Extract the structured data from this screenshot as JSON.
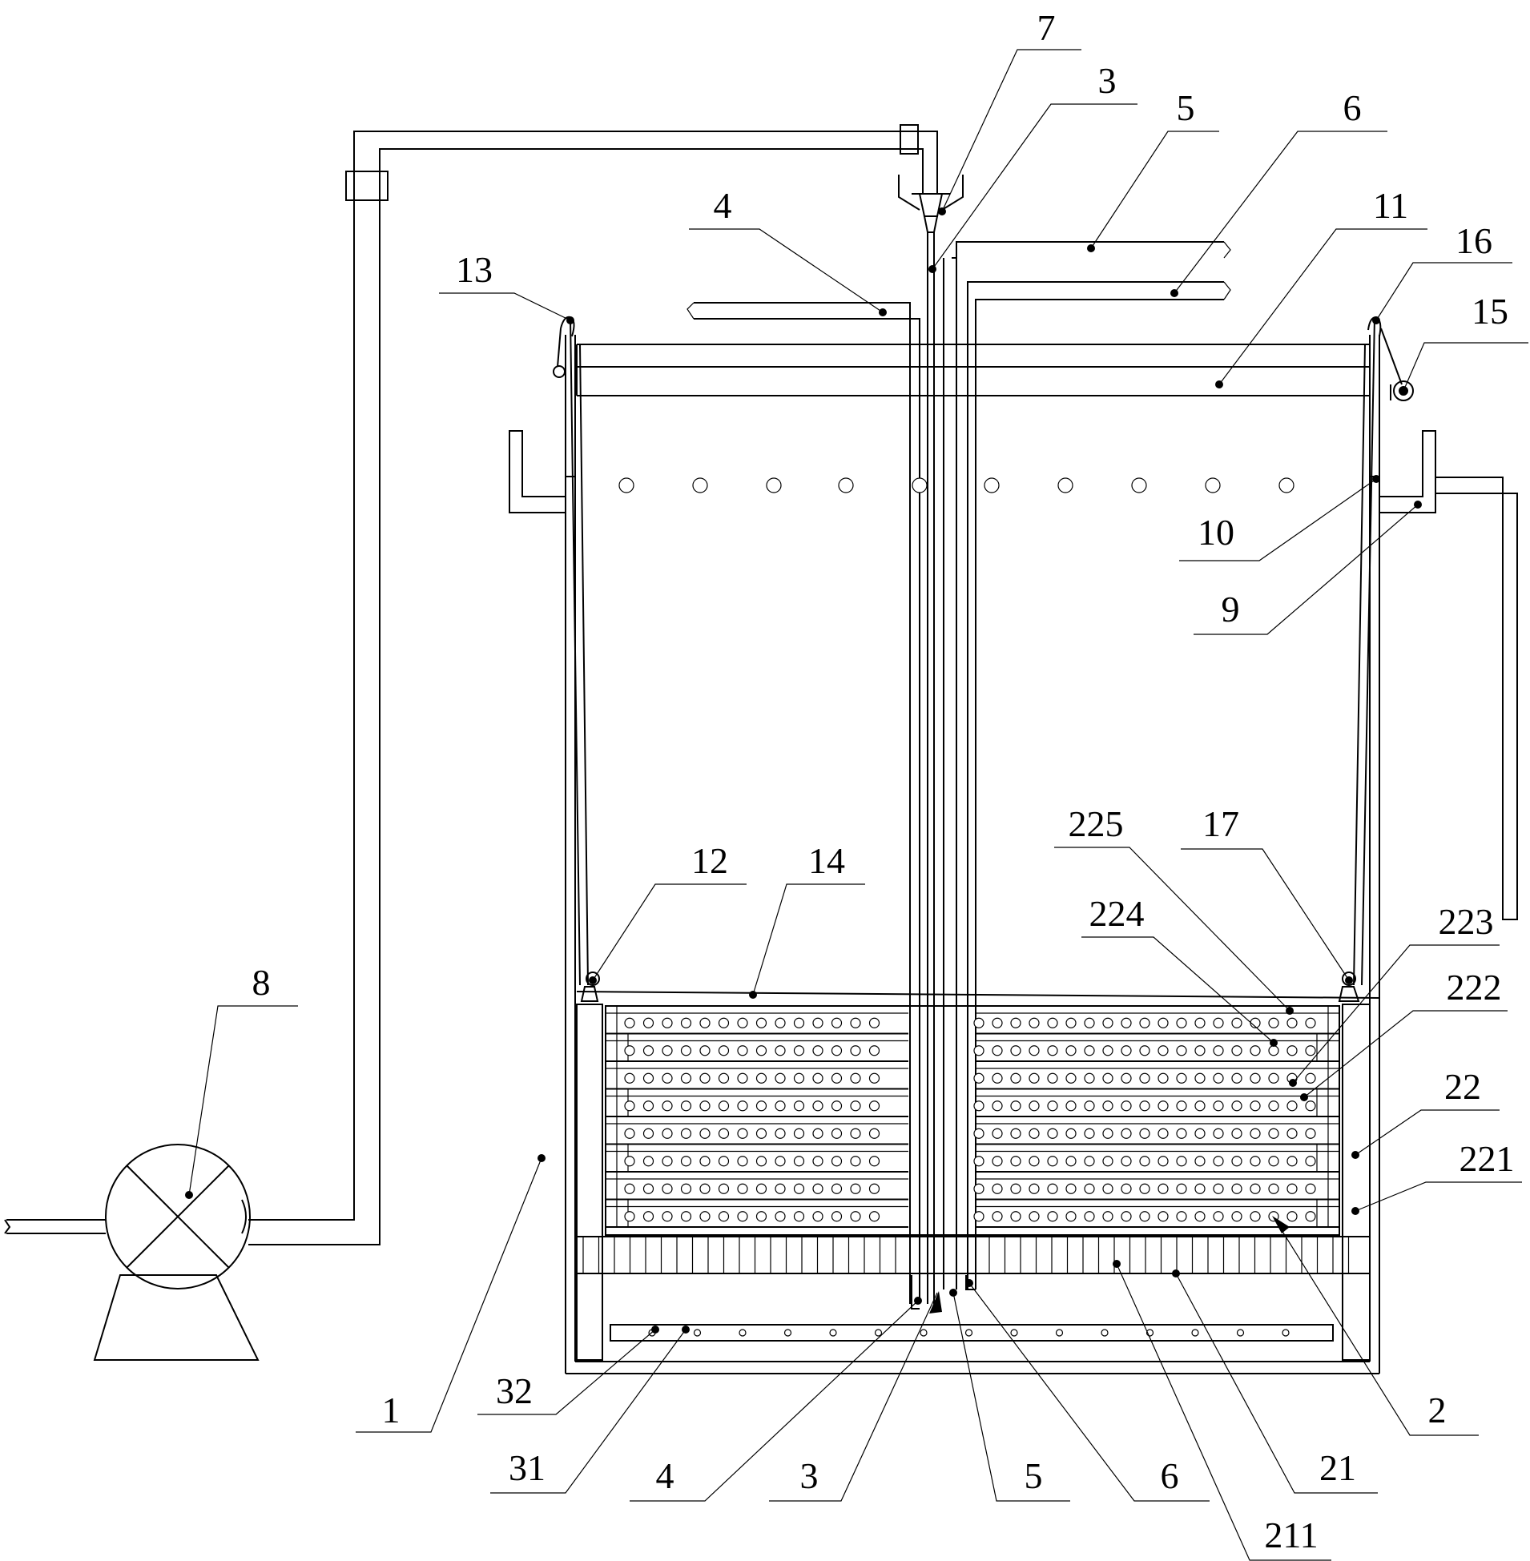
{
  "labels": {
    "l7": "7",
    "l3_top": "3",
    "l5_top": "5",
    "l6_top": "6",
    "l4_top": "4",
    "l11": "11",
    "l16": "16",
    "l15": "15",
    "l13": "13",
    "l10": "10",
    "l9": "9",
    "l8": "8",
    "l12": "12",
    "l14": "14",
    "l225": "225",
    "l17": "17",
    "l224": "224",
    "l223": "223",
    "l222": "222",
    "l22": "22",
    "l221": "221",
    "l1": "1",
    "l32": "32",
    "l31": "31",
    "l4_bot": "4",
    "l3_bot": "3",
    "l5_bot": "5",
    "l6_bot": "6",
    "l211": "211",
    "l21": "21",
    "l2": "2"
  },
  "colors": {
    "line": "#000000",
    "background": "#ffffff"
  }
}
